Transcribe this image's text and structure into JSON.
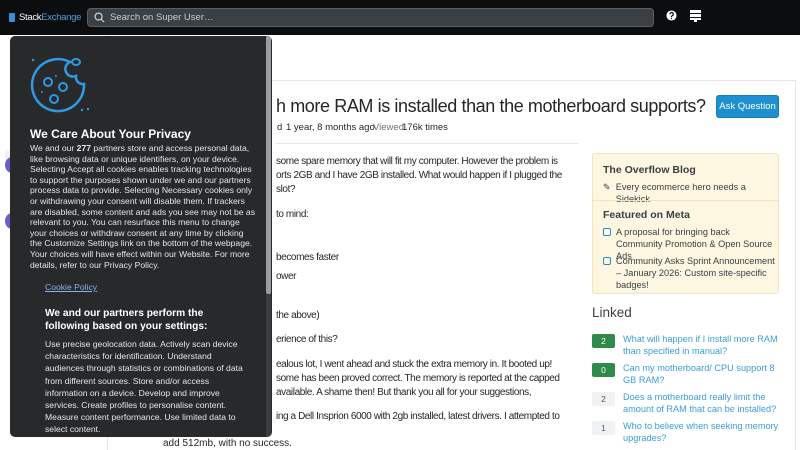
{
  "topbar": {
    "logo_a": "Stack",
    "logo_b": "Exchange",
    "search_placeholder": "Search on Super User…",
    "help_icon": "question-circle-icon",
    "menu_icon": "stack-menu-icon"
  },
  "question": {
    "title_fragment": "h more RAM is installed than the motherboard supports?",
    "ask_label": "Ask Question",
    "meta": {
      "modified_fragment": "d",
      "modified_value": "1 year, 8 months ago",
      "viewed_label": "Viewed",
      "viewed_value": "176k times"
    },
    "body_lines": [
      "some spare memory that will fit my computer. However the problem is",
      "orts 2GB and I have 2GB installed. What would happen if I plugged the",
      "slot?",
      "to mind:",
      "becomes faster",
      "ower",
      "the above)",
      "erience of this?",
      "ealous lot, I went ahead and stuck the extra memory in. It booted up!",
      "some has been proved correct. The memory is reported at the capped",
      "available. A shame then! But thank you all for your suggestions,",
      "ing a Dell Insprion 6000 with 2gb installed, latest drivers. I attempted to"
    ],
    "last_line": "add 512mb, with no success."
  },
  "sidebar": {
    "blog_title": "The Overflow Blog",
    "blog_items": [
      "Every ecommerce hero needs a Sidekick"
    ],
    "meta_title": "Featured on Meta",
    "meta_items": [
      "A proposal for bringing back Community Promotion & Open Source Ads",
      "Community Asks Sprint Announcement – January 2026: Custom site-specific badges!"
    ],
    "linked_title": "Linked",
    "linked": [
      {
        "score": "2",
        "accepted": true,
        "title": "What will happen if I install more RAM than specified in manual?"
      },
      {
        "score": "0",
        "accepted": true,
        "title": "Can my motherboard/ CPU support 8 GB RAM?"
      },
      {
        "score": "2",
        "accepted": false,
        "title": "Does a motherboard really limit the amount of RAM that can be installed?"
      },
      {
        "score": "1",
        "accepted": false,
        "title": "Who to believe when seeking memory upgrades?"
      }
    ]
  },
  "cookie": {
    "title": "We Care About Your Privacy",
    "intro_a": "We and our ",
    "partners_count": "277",
    "intro_b": " partners store and access personal data, like browsing data or unique identifiers, on your device. Selecting Accept all cookies enables tracking technologies to support the purposes shown under we and our partners process data to provide. Selecting Necessary cookies only or withdrawing your consent will disable them. If trackers are disabled, some content and ads you see may not be as relevant to you. You can resurface this menu to change your choices or withdraw consent at any time by clicking the Customize Settings link on the bottom of the webpage. Your choices will have effect within our Website. For more details, refer to our Privacy Policy.",
    "policy_link": "Cookie Policy",
    "purposes_heading": "We and our partners perform the following based on your settings:",
    "purposes_text": "Use precise geolocation data. Actively scan device characteristics for identification. Understand audiences through statistics or combinations of data from different sources. Store and/or access information on a device. Develop and improve services. Create profiles to personalise content. Measure content performance. Use limited data to select content."
  },
  "colors": {
    "accent": "#1e8fd0",
    "accepted": "#2f8a4b",
    "overlay_bg": "#27292b",
    "sidebar_bg": "#fdf7e2"
  }
}
